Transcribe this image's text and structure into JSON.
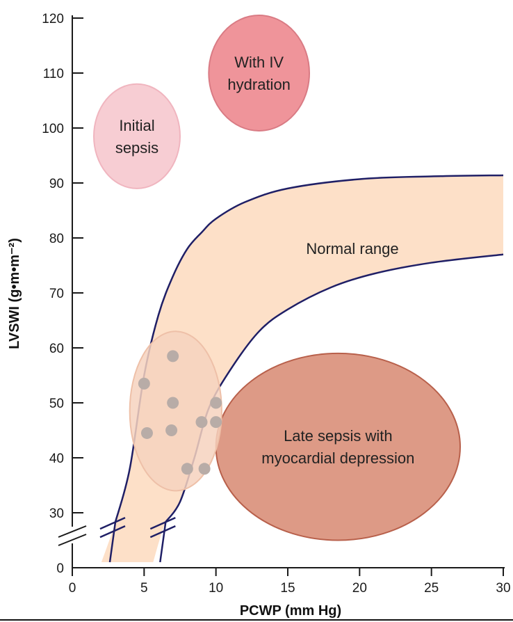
{
  "chart_data": {
    "type": "area",
    "xlabel": "PCWP (mm Hg)",
    "ylabel": "LVSWI (g•m•m⁻²)",
    "xlim": [
      0,
      30
    ],
    "ylim": [
      0,
      120
    ],
    "xticks": [
      "0",
      "5",
      "10",
      "15",
      "20",
      "25",
      "30"
    ],
    "yticks": [
      "0",
      "30",
      "40",
      "50",
      "60",
      "70",
      "80",
      "90",
      "100",
      "110",
      "120"
    ],
    "axis_break": "y between 0 and 30",
    "colors": {
      "axis": "#1a1a1a",
      "curve": "#1f1f66",
      "band": "#fde0c8",
      "initial_sepsis": "#f7cdd3",
      "iv_hydration": "#ef949a",
      "late_sepsis": "#dd9a86",
      "late_sepsis_edge": "#b8604b",
      "overlap": "#f6d2be",
      "dots": "#b8aca7"
    },
    "band": {
      "label": "Normal range",
      "upper_curve": [
        [
          3,
          25
        ],
        [
          4,
          38
        ],
        [
          5,
          55
        ],
        [
          6,
          66
        ],
        [
          7,
          73
        ],
        [
          8,
          78
        ],
        [
          9,
          81
        ],
        [
          10,
          83.5
        ],
        [
          12,
          86.5
        ],
        [
          15,
          89
        ],
        [
          20,
          90.7
        ],
        [
          25,
          91.2
        ],
        [
          30,
          91.4
        ]
      ],
      "lower_curve": [
        [
          6.5,
          25
        ],
        [
          7.5,
          32
        ],
        [
          8.5,
          40
        ],
        [
          9.5,
          49
        ],
        [
          11,
          56
        ],
        [
          13,
          63
        ],
        [
          15,
          67
        ],
        [
          18,
          71
        ],
        [
          21,
          73.5
        ],
        [
          25,
          75.5
        ],
        [
          30,
          77
        ]
      ]
    },
    "regions": [
      {
        "label_lines": [
          "Initial",
          "sepsis"
        ],
        "center": [
          4.5,
          98.5
        ],
        "radius": [
          3,
          9.5
        ]
      },
      {
        "label_lines": [
          "With IV",
          "hydration"
        ],
        "center": [
          13,
          110
        ],
        "radius": [
          3.5,
          10.5
        ]
      },
      {
        "label_lines": [
          "Late sepsis with",
          "myocardial depression"
        ],
        "center": [
          18.5,
          42
        ],
        "radius": [
          8.5,
          17
        ]
      },
      {
        "label_lines": [],
        "center": [
          7.2,
          48.5
        ],
        "radius": [
          3.2,
          14.5
        ]
      }
    ],
    "points": [
      {
        "x": 5,
        "y": 53.5
      },
      {
        "x": 7,
        "y": 58.5
      },
      {
        "x": 5.2,
        "y": 44.5
      },
      {
        "x": 7,
        "y": 50
      },
      {
        "x": 6.9,
        "y": 45
      },
      {
        "x": 9,
        "y": 46.5
      },
      {
        "x": 10,
        "y": 50
      },
      {
        "x": 10,
        "y": 46.5
      },
      {
        "x": 8,
        "y": 38
      },
      {
        "x": 9.2,
        "y": 38
      }
    ]
  }
}
